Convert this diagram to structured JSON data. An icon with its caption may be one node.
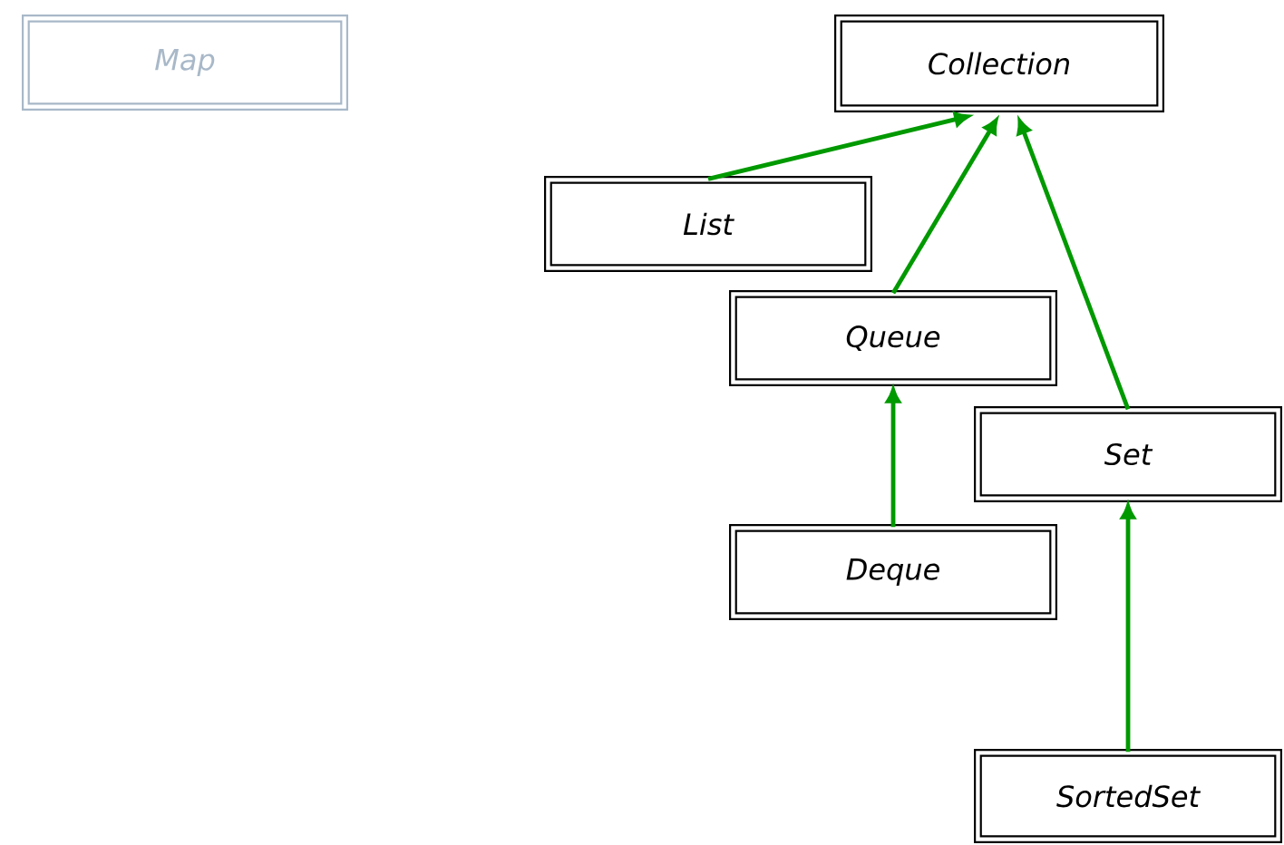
{
  "diagram": {
    "nodes": [
      {
        "text": [
          "Map"
        ]
      },
      {
        "text": [
          "Collection"
        ]
      },
      {
        "text": [
          "List"
        ]
      },
      {
        "text": [
          "Queue"
        ]
      },
      {
        "text": [
          "Set"
        ]
      },
      {
        "text": [
          "Deque"
        ]
      },
      {
        "text": [
          "SortedSet"
        ]
      }
    ],
    "edges": [
      {
        "from": 2,
        "to": 1,
        "arrow": "to"
      },
      {
        "from": 3,
        "to": 1,
        "arrow": "to"
      },
      {
        "from": 4,
        "to": 1,
        "arrow": "to"
      },
      {
        "from": 5,
        "to": 3,
        "arrow": "to"
      },
      {
        "from": 6,
        "to": 4,
        "arrow": "to"
      }
    ]
  }
}
